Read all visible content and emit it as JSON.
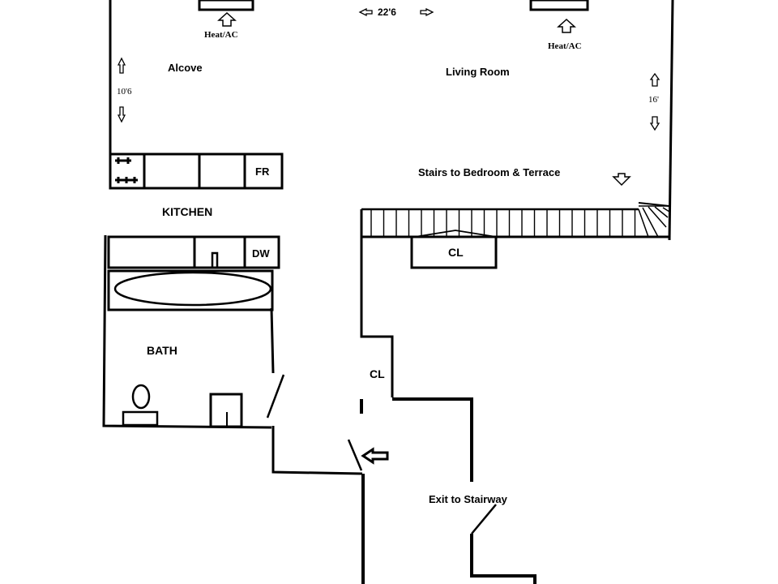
{
  "plan": {
    "rooms": {
      "alcove": "Alcove",
      "living_room": "Living Room",
      "kitchen": "KITCHEN",
      "bath": "BATH",
      "stairs": "Stairs to Bedroom & Terrace",
      "exit": "Exit to Stairway"
    },
    "fixtures": {
      "fridge": "FR",
      "dishwasher": "DW",
      "closet_upper": "CL",
      "closet_hall": "CL"
    },
    "vents": {
      "left": "Heat/AC",
      "right": "Heat/AC"
    },
    "dimensions": {
      "width": "22'6",
      "alcove_depth": "10'6",
      "living_depth": "16'"
    }
  }
}
